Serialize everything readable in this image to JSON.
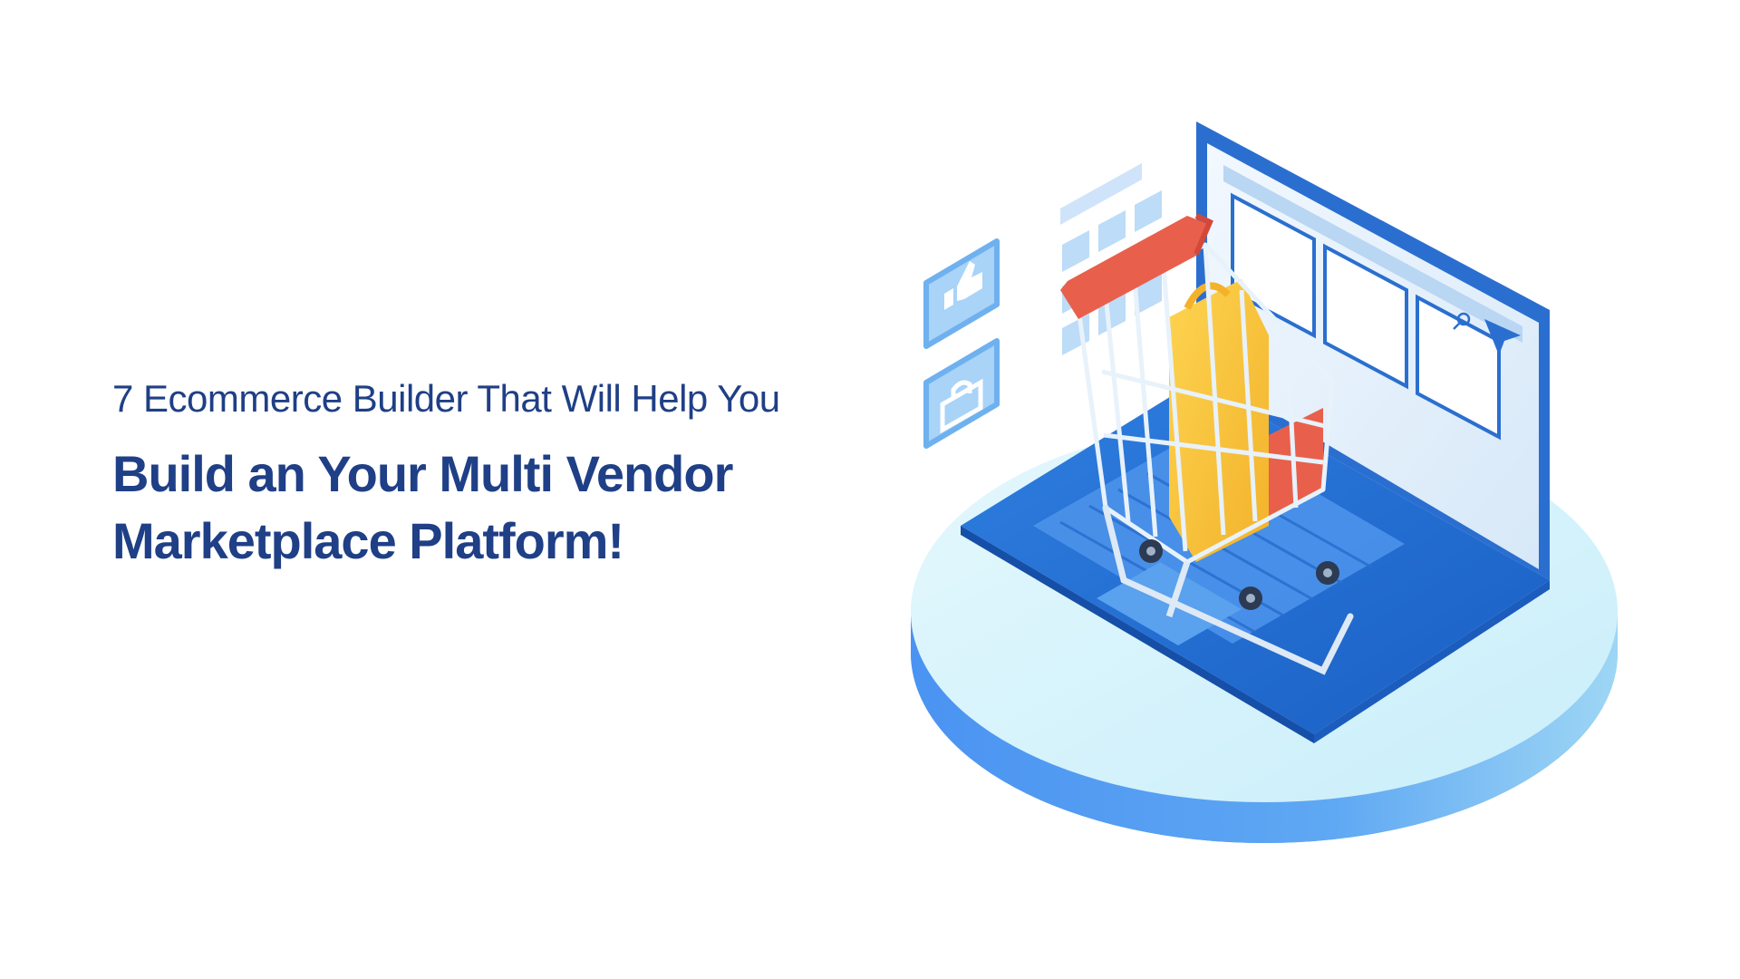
{
  "headline": {
    "subtitle": "7 Ecommerce Builder That Will Help You",
    "title_line_1": "Build an Your Multi Vendor",
    "title_line_2": "Marketplace Platform!"
  },
  "illustration": {
    "laptop_icon": "laptop-icon",
    "cart_icon": "shopping-cart-icon",
    "bag_icon": "shopping-bag-icon",
    "like_icon": "thumbs-up-icon",
    "lock_icon": "shopping-bag-outline-icon",
    "grid_icon": "app-grid-icon",
    "search_icon": "search-icon",
    "cursor_icon": "cursor-icon"
  },
  "colors": {
    "heading": "#1f3f86",
    "platform": "#d9f4fc",
    "platform_side": "#3f8ef0",
    "laptop": "#2b73d6",
    "screen": "#e6f1fb",
    "cart_handle": "#e8604c",
    "bag": "#f9c43a"
  }
}
